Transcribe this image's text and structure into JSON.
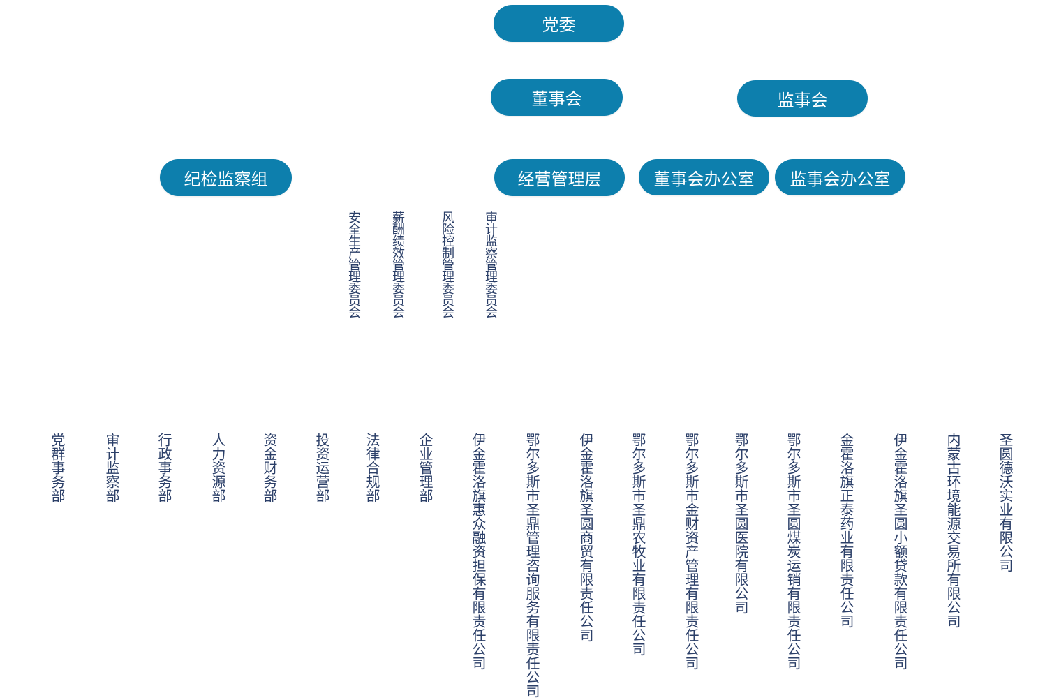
{
  "colors": {
    "node_fill": "#0d7fad",
    "node_text": "#ffffff",
    "label_text": "#2b3f68"
  },
  "nodes": {
    "party": "党委",
    "board": "董事会",
    "supervisory": "监事会",
    "discipline": "纪检监察组",
    "management": "经营管理层",
    "board_office": "董事会办公室",
    "supervisory_office": "监事会办公室"
  },
  "committees": [
    "安全生产管理委员会",
    "薪酬绩效管理委员会",
    "风险控制管理委员会",
    "审计监察管理委员会"
  ],
  "units": [
    "党群事务部",
    "审计监察部",
    "行政事务部",
    "人力资源部",
    "资金财务部",
    "投资运营部",
    "法律合规部",
    "企业管理部",
    "伊金霍洛旗惠众融资担保有限责任公司",
    "鄂尔多斯市圣鼎管理咨询服务有限责任公司",
    "伊金霍洛旗圣圆商贸有限责任公司",
    "鄂尔多斯市圣鼎农牧业有限责任公司",
    "鄂尔多斯市金财资产管理有限责任公司",
    "鄂尔多斯市圣圆医院有限公司",
    "鄂尔多斯市圣圆煤炭运销有限责任公司",
    "金霍洛旗正泰药业有限责任公司",
    "伊金霍洛旗圣圆小额贷款有限责任公司",
    "内蒙古环境能源交易所有限公司",
    "圣圆德沃实业有限公司"
  ]
}
